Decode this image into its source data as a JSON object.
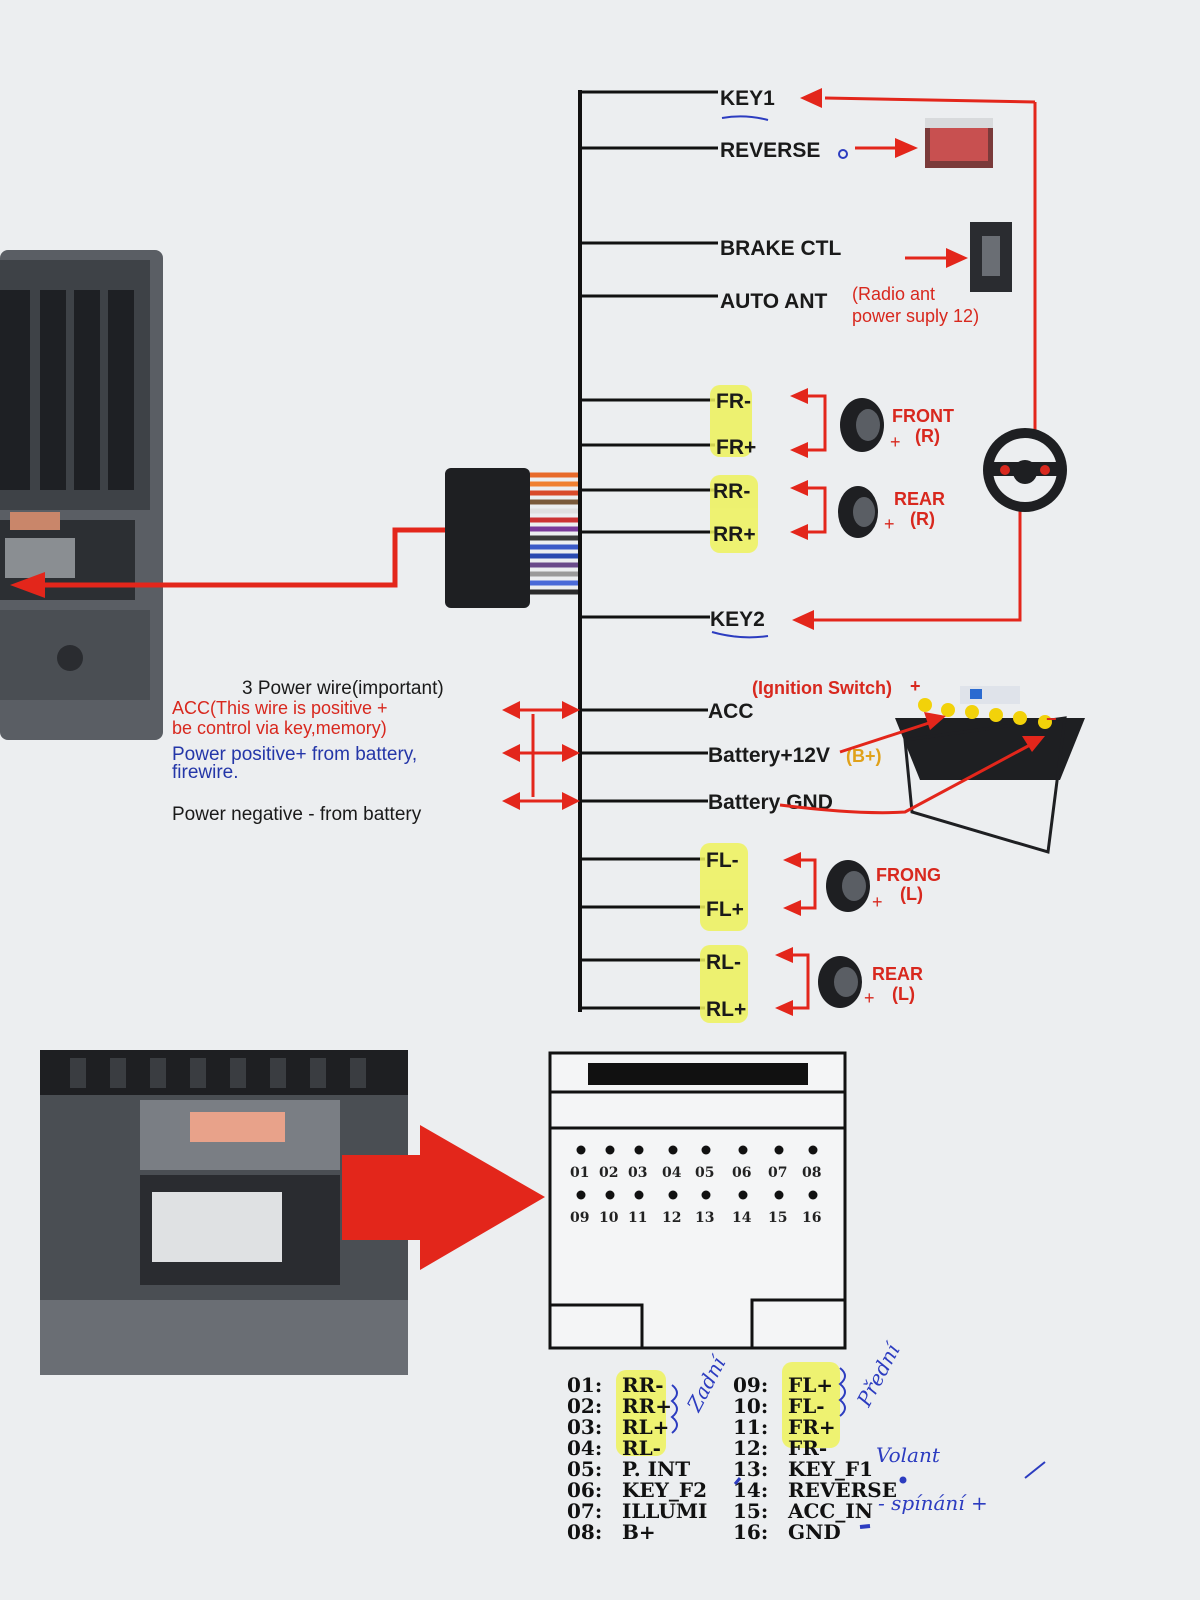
{
  "wires_top": [
    {
      "id": "key1",
      "label": "KEY1"
    },
    {
      "id": "reverse",
      "label": "REVERSE"
    },
    {
      "id": "brake",
      "label": "BRAKE CTL"
    },
    {
      "id": "auto-ant",
      "label": "AUTO ANT"
    },
    {
      "id": "fr-minus",
      "label": "FR-"
    },
    {
      "id": "fr-plus",
      "label": "FR+"
    },
    {
      "id": "rr-minus",
      "label": "RR-"
    },
    {
      "id": "rr-plus",
      "label": "RR+"
    },
    {
      "id": "key2",
      "label": "KEY2"
    },
    {
      "id": "acc",
      "label": "ACC"
    },
    {
      "id": "batt12",
      "label": "Battery+12V"
    },
    {
      "id": "battgnd",
      "label": "Battery GND"
    },
    {
      "id": "fl-minus",
      "label": "FL-"
    },
    {
      "id": "fl-plus",
      "label": "FL+"
    },
    {
      "id": "rl-minus",
      "label": "RL-"
    },
    {
      "id": "rl-plus",
      "label": "RL+"
    }
  ],
  "notes": {
    "auto_ant_1": "(Radio ant",
    "auto_ant_2": "power suply 12)",
    "bplus": "(B+)",
    "ignition": "(Ignition Switch)",
    "power_title": "3 Power wire(important)",
    "acc_1": "ACC(This wire is positive +",
    "acc_2": "be control via key,memory)",
    "pos_1": "Power positive+ from battery,",
    "pos_2": "firewire.",
    "neg": "Power negative - from battery"
  },
  "speakers": [
    {
      "id": "front-r",
      "line1": "FRONT",
      "line2": "(R)"
    },
    {
      "id": "rear-r",
      "line1": "REAR",
      "line2": "(R)"
    },
    {
      "id": "front-l",
      "line1": "FRONG",
      "line2": "(L)"
    },
    {
      "id": "rear-l",
      "line1": "REAR",
      "line2": "(L)"
    }
  ],
  "pins_row1": [
    "01",
    "02",
    "03",
    "04",
    "05",
    "06",
    "07",
    "08"
  ],
  "pins_row2": [
    "09",
    "10",
    "11",
    "12",
    "13",
    "14",
    "15",
    "16"
  ],
  "legend_left": [
    {
      "num": "01:",
      "name": "RR-"
    },
    {
      "num": "02:",
      "name": "RR+"
    },
    {
      "num": "03:",
      "name": "RL+"
    },
    {
      "num": "04:",
      "name": "RL-"
    },
    {
      "num": "05:",
      "name": "P. INT"
    },
    {
      "num": "06:",
      "name": "KEY_F2"
    },
    {
      "num": "07:",
      "name": "ILLUMI"
    },
    {
      "num": "08:",
      "name": "B+"
    }
  ],
  "legend_right": [
    {
      "num": "09:",
      "name": "FL+"
    },
    {
      "num": "10:",
      "name": "FL-"
    },
    {
      "num": "11:",
      "name": "FR+"
    },
    {
      "num": "12:",
      "name": "FR-"
    },
    {
      "num": "13:",
      "name": "KEY_F1"
    },
    {
      "num": "14:",
      "name": "REVERSE"
    },
    {
      "num": "15:",
      "name": "ACC_IN"
    },
    {
      "num": "16:",
      "name": "GND"
    }
  ],
  "handwriting": {
    "note_a": "Zadní",
    "note_b": "Přední",
    "note_c": "Volant",
    "note_d": "- spínání +"
  }
}
